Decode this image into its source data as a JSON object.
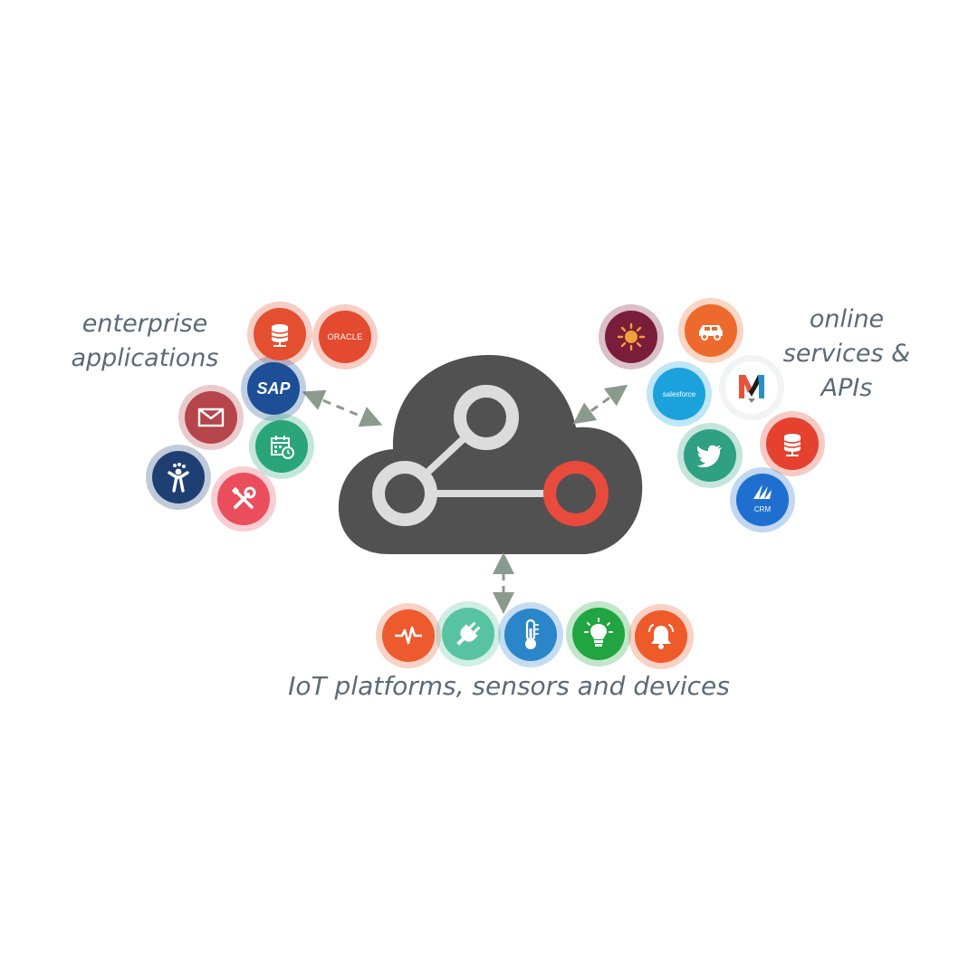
{
  "labels": {
    "enterprise": "enterprise\napplications",
    "online": "online\nservices &\nAPIs",
    "iot": "IoT platforms, sensors and devices"
  },
  "colors": {
    "cloud": "#515151",
    "node_light": "#dcdcdc",
    "node_accent": "#e84b3c",
    "arrow": "#8a9a8c",
    "label_text": "#5b6a78"
  },
  "enterprise_icons": [
    {
      "name": "database-icon",
      "color": "#e4502f"
    },
    {
      "name": "oracle-icon",
      "color": "#e34a2f",
      "text": "ORACLE"
    },
    {
      "name": "sap-icon",
      "color": "#1c4f96",
      "text": "SAP"
    },
    {
      "name": "mail-icon",
      "color": "#b5454a"
    },
    {
      "name": "calendar-icon",
      "color": "#2aa57a"
    },
    {
      "name": "jira-icon",
      "color": "#1f3f72"
    },
    {
      "name": "tools-icon",
      "color": "#ea4e5d"
    }
  ],
  "online_icons": [
    {
      "name": "sun-icon",
      "color": "#7a1d3a"
    },
    {
      "name": "car-icon",
      "color": "#ee6a2c"
    },
    {
      "name": "salesforce-icon",
      "color": "#1ba2dd",
      "text": "salesforce"
    },
    {
      "name": "marketo-icon",
      "color": "#ffffff",
      "text": "M"
    },
    {
      "name": "twitter-icon",
      "color": "#2fa082"
    },
    {
      "name": "database-icon",
      "color": "#e4412f"
    },
    {
      "name": "crm-icon",
      "color": "#1f6fd0",
      "text": "CRM"
    }
  ],
  "iot_icons": [
    {
      "name": "pulse-icon",
      "color": "#ec5a2d"
    },
    {
      "name": "plug-icon",
      "color": "#58c3a0"
    },
    {
      "name": "thermometer-icon",
      "color": "#2a86c9"
    },
    {
      "name": "lightbulb-icon",
      "color": "#21a540"
    },
    {
      "name": "bell-icon",
      "color": "#ee5a2a"
    }
  ]
}
